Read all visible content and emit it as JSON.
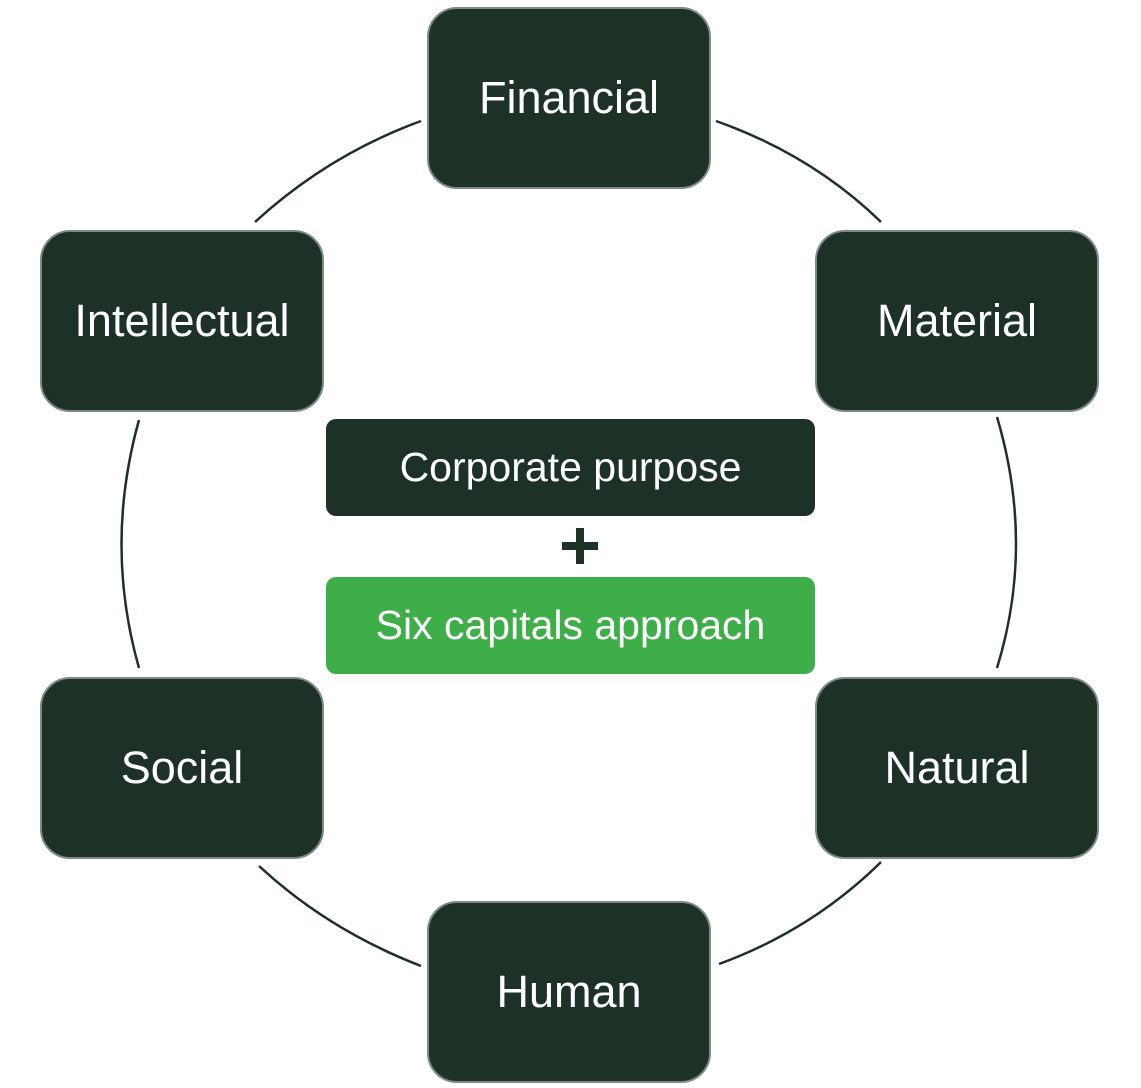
{
  "capitals": {
    "financial": "Financial",
    "material": "Material",
    "natural": "Natural",
    "human": "Human",
    "social": "Social",
    "intellectual": "Intellectual"
  },
  "center": {
    "purpose": "Corporate purpose",
    "operator": "+",
    "approach": "Six capitals approach"
  },
  "colors": {
    "dark_box": "#1e3127",
    "green_box": "#3dae48",
    "ring_line": "#1e3127",
    "text": "#ffffff"
  }
}
